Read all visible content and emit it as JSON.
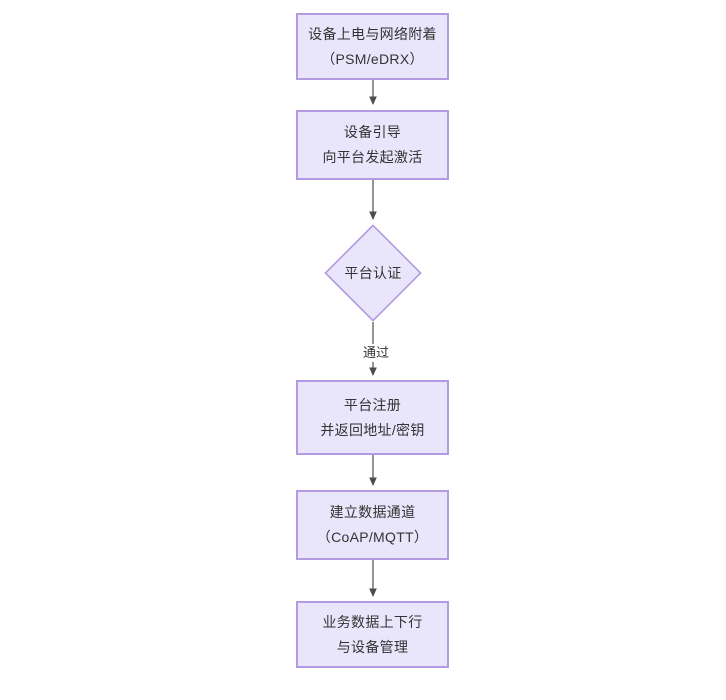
{
  "diagram": {
    "type": "flowchart",
    "orientation": "top-to-bottom",
    "background_color": "#ffffff",
    "node_fill_color": "#e9e6fb",
    "node_border_color": "#b49ae0",
    "text_color": "#333333",
    "edge_color": "#4d4d4d",
    "nodes": [
      {
        "id": "n1",
        "shape": "rectangle",
        "lines": [
          "设备上电与网络附着",
          "（PSM/eDRX）"
        ]
      },
      {
        "id": "n2",
        "shape": "rectangle",
        "lines": [
          "设备引导",
          "向平台发起激活"
        ]
      },
      {
        "id": "n3",
        "shape": "diamond",
        "lines": [
          "平台认证"
        ]
      },
      {
        "id": "n4",
        "shape": "rectangle",
        "lines": [
          "平台注册",
          "并返回地址/密钥"
        ]
      },
      {
        "id": "n5",
        "shape": "rectangle",
        "lines": [
          "建立数据通道",
          "（CoAP/MQTT）"
        ]
      },
      {
        "id": "n6",
        "shape": "rectangle",
        "lines": [
          "业务数据上下行",
          "与设备管理"
        ]
      }
    ],
    "edges": [
      {
        "from": "n1",
        "to": "n2",
        "label": ""
      },
      {
        "from": "n2",
        "to": "n3",
        "label": ""
      },
      {
        "from": "n3",
        "to": "n4",
        "label": "通过"
      },
      {
        "from": "n4",
        "to": "n5",
        "label": ""
      },
      {
        "from": "n5",
        "to": "n6",
        "label": ""
      }
    ]
  }
}
